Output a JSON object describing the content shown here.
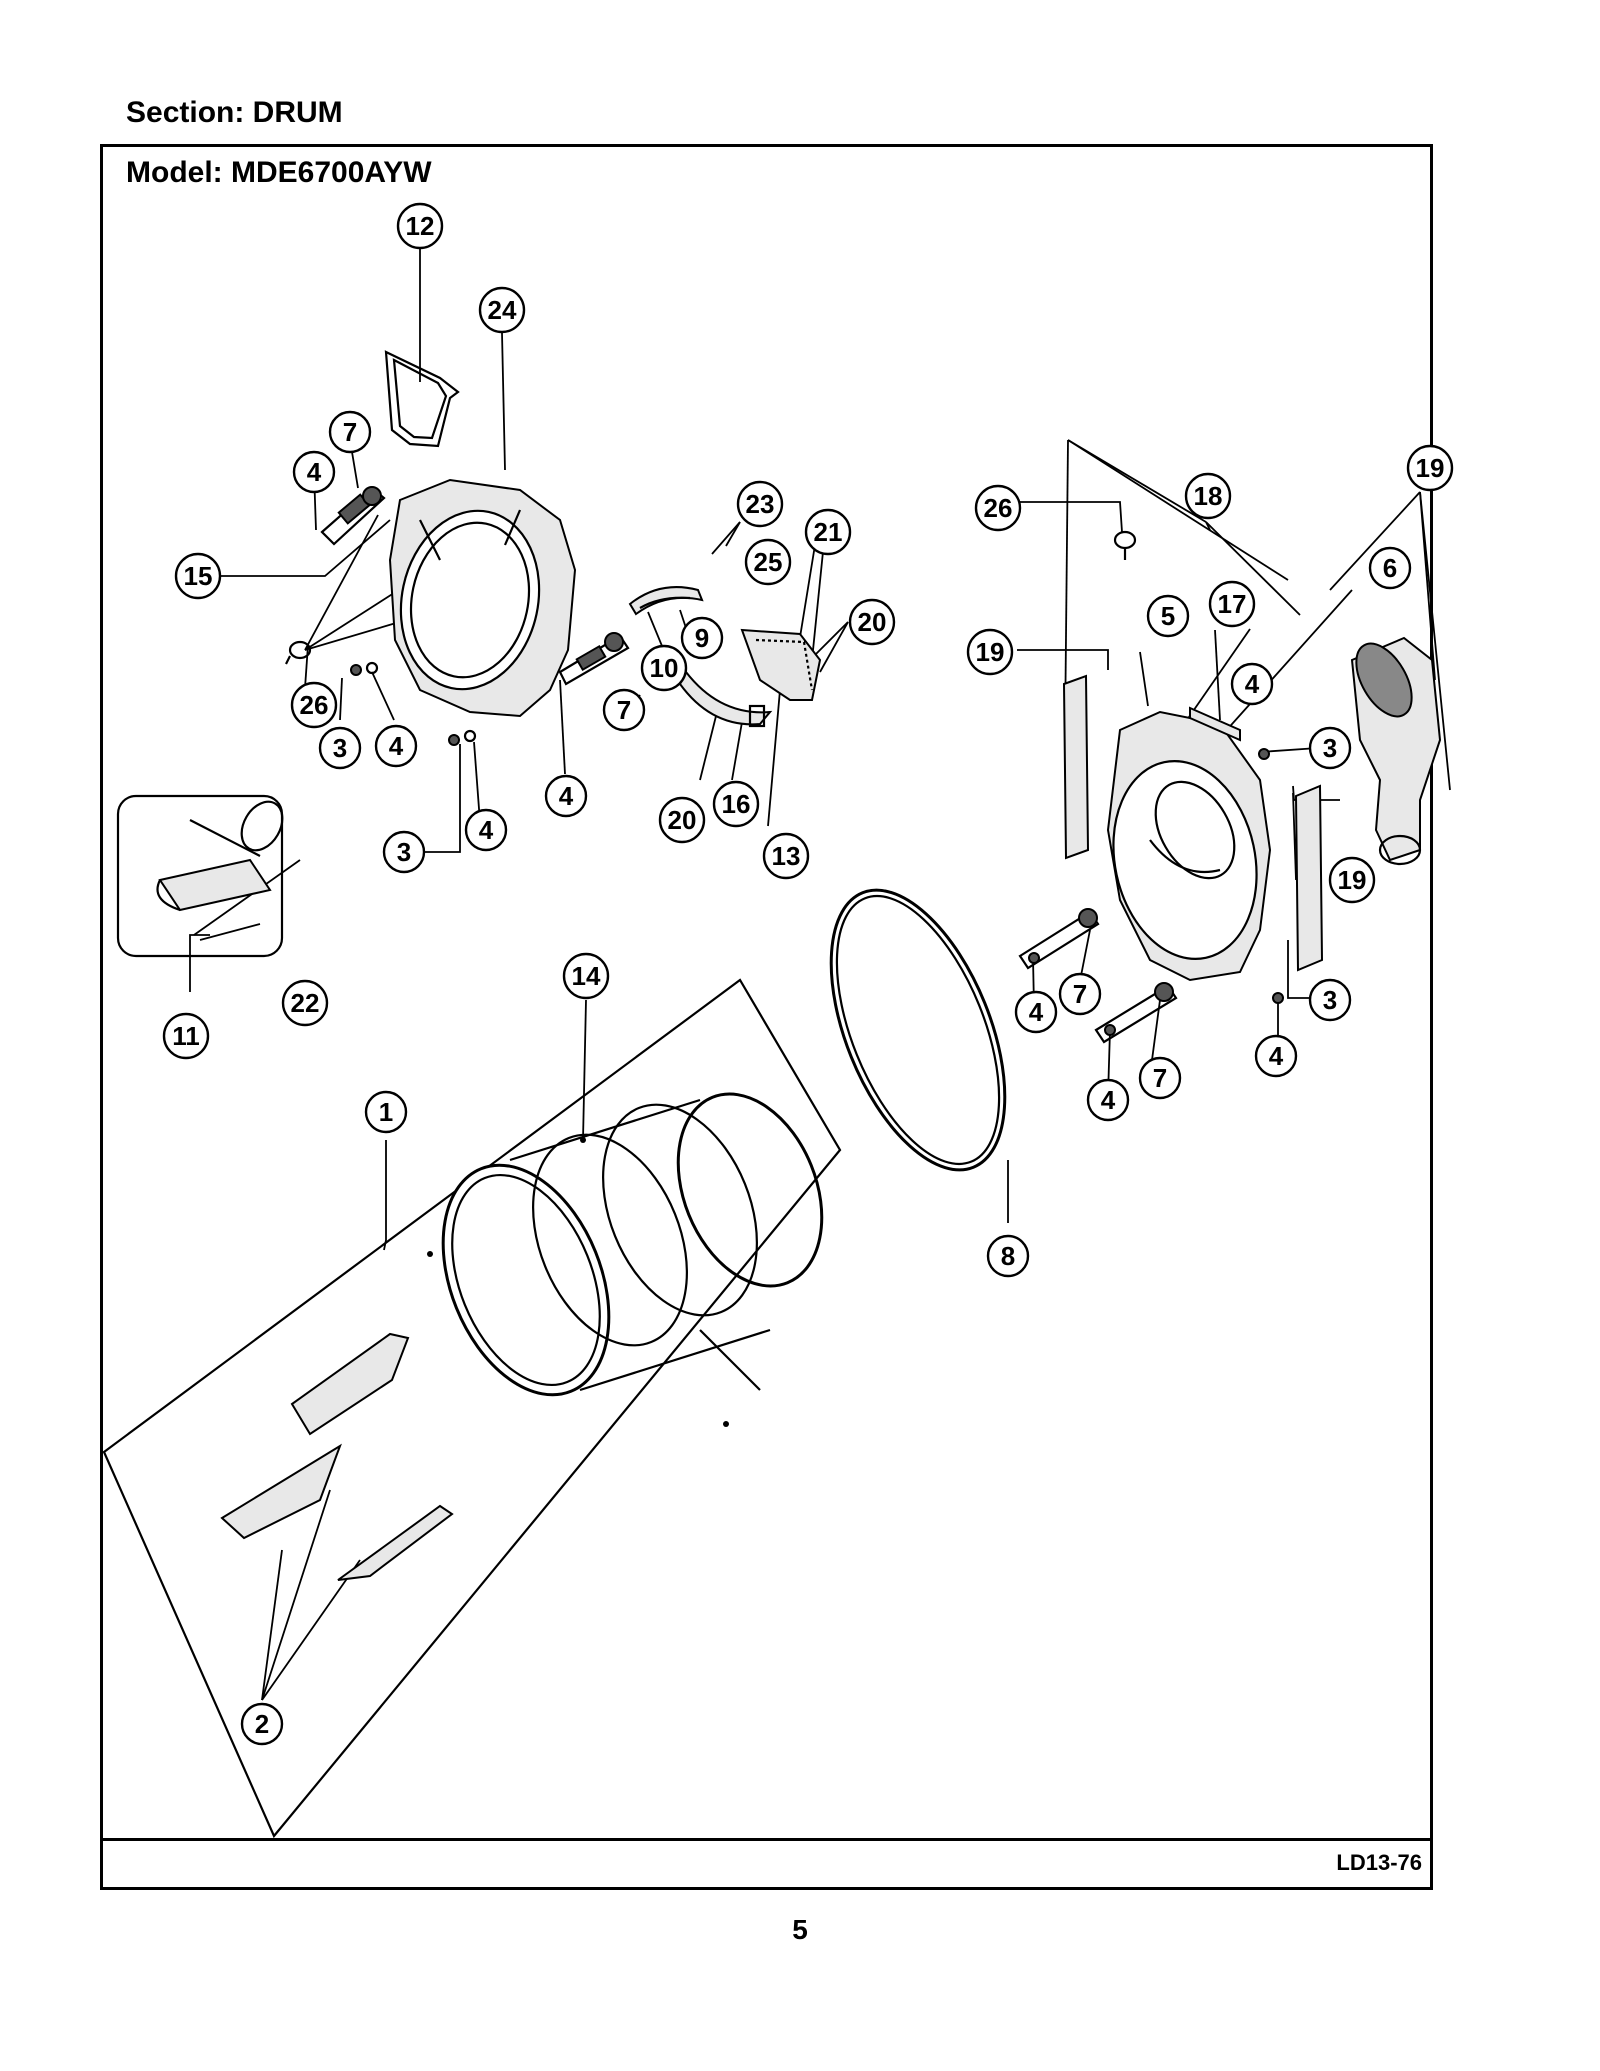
{
  "header": {
    "section_label": "Section:  DRUM",
    "model_label": "Model:  MDE6700AYW"
  },
  "footer": {
    "diagram_code": "LD13-76",
    "page_number": "5"
  },
  "callouts": [
    {
      "key": "c12",
      "label": "12"
    },
    {
      "key": "c24",
      "label": "24"
    },
    {
      "key": "c7a",
      "label": "7"
    },
    {
      "key": "c4a",
      "label": "4"
    },
    {
      "key": "c15",
      "label": "15"
    },
    {
      "key": "c26a",
      "label": "26"
    },
    {
      "key": "c3a",
      "label": "3"
    },
    {
      "key": "c4b",
      "label": "4"
    },
    {
      "key": "c3b",
      "label": "3"
    },
    {
      "key": "c4c",
      "label": "4"
    },
    {
      "key": "c4d",
      "label": "4"
    },
    {
      "key": "c23",
      "label": "23"
    },
    {
      "key": "c21",
      "label": "21"
    },
    {
      "key": "c25",
      "label": "25"
    },
    {
      "key": "c20a",
      "label": "20"
    },
    {
      "key": "c10",
      "label": "10"
    },
    {
      "key": "c9",
      "label": "9"
    },
    {
      "key": "c7b",
      "label": "7"
    },
    {
      "key": "c20b",
      "label": "20"
    },
    {
      "key": "c16",
      "label": "16"
    },
    {
      "key": "c13",
      "label": "13"
    },
    {
      "key": "c11",
      "label": "11"
    },
    {
      "key": "c22",
      "label": "22"
    },
    {
      "key": "c14",
      "label": "14"
    },
    {
      "key": "c1",
      "label": "1"
    },
    {
      "key": "c2",
      "label": "2"
    },
    {
      "key": "c8",
      "label": "8"
    },
    {
      "key": "c26b",
      "label": "26"
    },
    {
      "key": "c18",
      "label": "18"
    },
    {
      "key": "c19a",
      "label": "19"
    },
    {
      "key": "c19b",
      "label": "19"
    },
    {
      "key": "c19c",
      "label": "19"
    },
    {
      "key": "c6",
      "label": "6"
    },
    {
      "key": "c5",
      "label": "5"
    },
    {
      "key": "c17",
      "label": "17"
    },
    {
      "key": "c4e",
      "label": "4"
    },
    {
      "key": "c3c",
      "label": "3"
    },
    {
      "key": "c4f",
      "label": "4"
    },
    {
      "key": "c7c",
      "label": "7"
    },
    {
      "key": "c3d",
      "label": "3"
    },
    {
      "key": "c4g",
      "label": "4"
    },
    {
      "key": "c4h",
      "label": "4"
    },
    {
      "key": "c7d",
      "label": "7"
    }
  ]
}
